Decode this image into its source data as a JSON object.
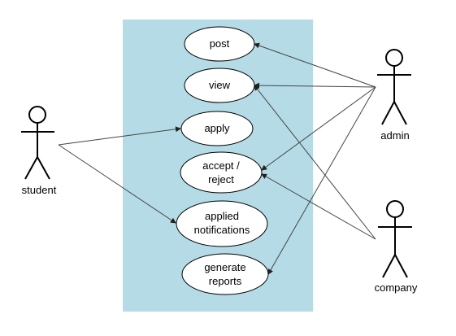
{
  "colors": {
    "boundary_fill": "#b5dce6",
    "ellipse_fill": "#ffffff",
    "stroke": "#000000",
    "arrow": "#444444"
  },
  "use_cases": {
    "post": "post",
    "view": "view",
    "apply": "apply",
    "accept_reject": [
      "accept /",
      "reject"
    ],
    "applied_notifications": [
      "applied",
      "notifications"
    ],
    "generate_reports": [
      "generate",
      "reports"
    ]
  },
  "actors": {
    "student": "student",
    "admin": "admin",
    "company": "company"
  },
  "associations": [
    {
      "from": "student",
      "to": "apply"
    },
    {
      "from": "student",
      "to": "applied notifications"
    },
    {
      "from": "admin",
      "to": "post"
    },
    {
      "from": "admin",
      "to": "view"
    },
    {
      "from": "admin",
      "to": "accept / reject"
    },
    {
      "from": "admin",
      "to": "generate reports"
    },
    {
      "from": "company",
      "to": "view"
    },
    {
      "from": "company",
      "to": "accept / reject"
    }
  ]
}
